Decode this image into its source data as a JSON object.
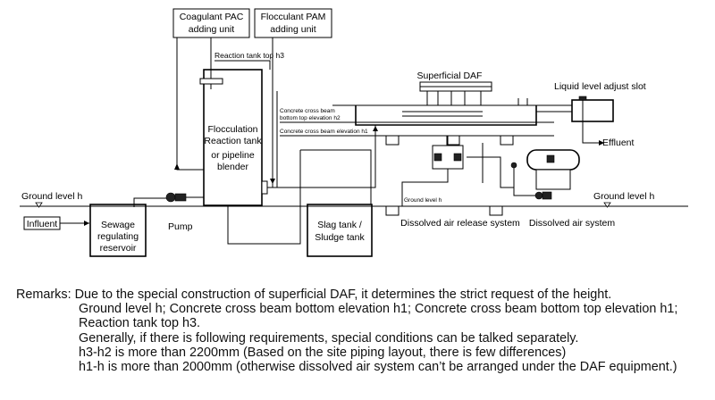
{
  "labels": {
    "coagulant": [
      "Coagulant PAC",
      "adding unit"
    ],
    "flocculant": [
      "Flocculant PAM",
      "adding unit"
    ],
    "reaction_top": "Reaction tank top h3",
    "reaction_tank": [
      "Flocculation",
      "Reaction tank",
      "or pipeline",
      "blender"
    ],
    "superficial_daf": "Superficial DAF",
    "liquid_level": "Liquid level adjust slot",
    "beam_h2": [
      "Concrete cross beam",
      "bottom top elevation h2"
    ],
    "beam_h1": "Concrete cross beam elevation h1",
    "effluent": "Effluent",
    "ground_left": "Ground level h",
    "ground_mid": "Ground level h",
    "ground_right": "Ground level h",
    "influent": "Influent",
    "reservoir": [
      "Sewage",
      "regulating",
      "reservoir"
    ],
    "pump": "Pump",
    "slag_tank": [
      "Slag tank /",
      "Sludge tank"
    ],
    "release_system": "Dissolved air release system",
    "air_system": "Dissolved air system"
  },
  "remarks": {
    "first": "Remarks: Due to the special construction of superficial DAF, it determines the strict request of the height.",
    "lines": [
      "Ground level h; Concrete cross beam bottom elevation h1; Concrete cross beam bottom top elevation h1; Reaction tank top h3.",
      "Generally, if there is following requirements, special conditions can be talked separately.",
      "h3-h2 is more than 2200mm (Based on the site piping layout, there is few differences)",
      "h1-h is more than 2000mm (otherwise dissolved air system can’t be arranged under the  DAF equipment.)"
    ]
  }
}
